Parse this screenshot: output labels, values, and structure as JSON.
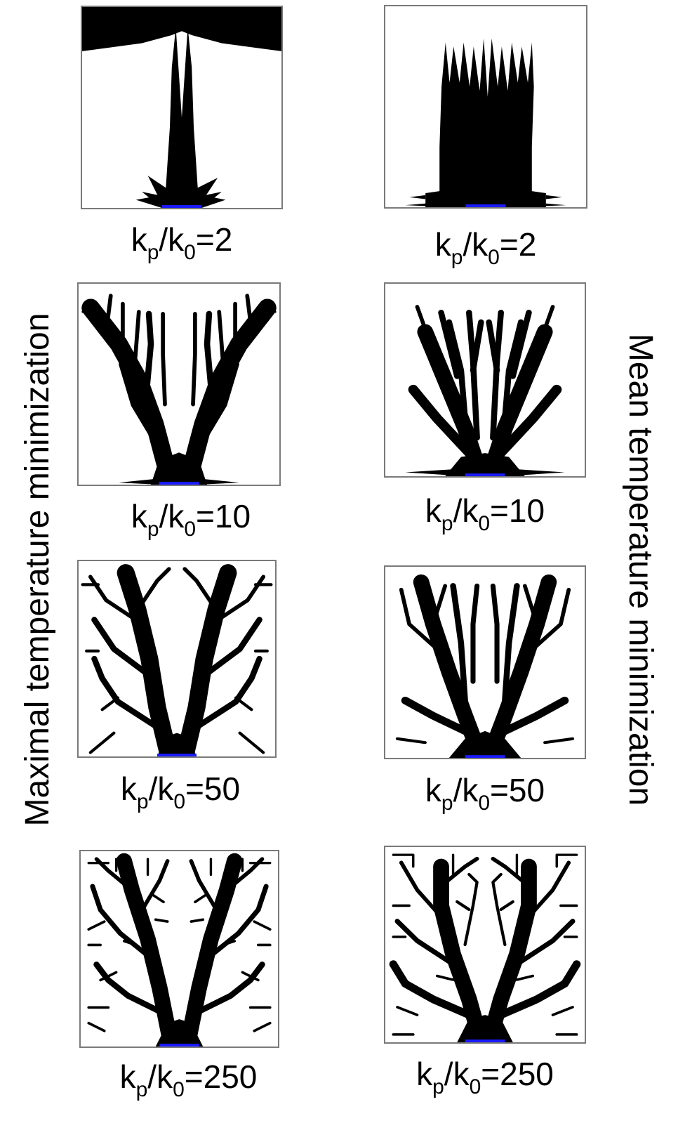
{
  "axis_titles": {
    "left": "Maximal temperature minimization",
    "right": "Mean temperature minimization"
  },
  "panels": [
    {
      "column": "max",
      "ratio": "2"
    },
    {
      "column": "mean",
      "ratio": "2"
    },
    {
      "column": "max",
      "ratio": "10"
    },
    {
      "column": "mean",
      "ratio": "10"
    },
    {
      "column": "max",
      "ratio": "50"
    },
    {
      "column": "mean",
      "ratio": "50"
    },
    {
      "column": "max",
      "ratio": "250"
    },
    {
      "column": "mean",
      "ratio": "250"
    }
  ],
  "caption_parts": {
    "k": "k",
    "sub_p": "p",
    "slash": "/",
    "sub_0": "0",
    "equals": "="
  },
  "colors": {
    "material": "#000000",
    "heat_sink": "#1a1aff",
    "frame": "#7a7a7a"
  }
}
